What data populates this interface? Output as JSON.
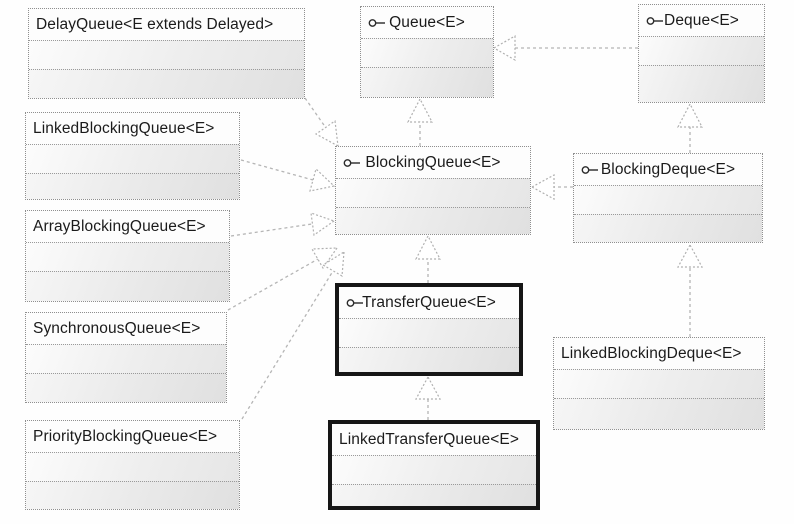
{
  "diagram": {
    "kind": "uml-class-diagram",
    "subject": "java.util Queue / BlockingQueue interface hierarchy",
    "nodes": {
      "delay_queue": {
        "label": "DelayQueue<E extends Delayed>",
        "kind": "class",
        "emphasized": false
      },
      "queue": {
        "label": "Queue<E>",
        "kind": "interface",
        "emphasized": false
      },
      "deque": {
        "label": "Deque<E>",
        "kind": "interface",
        "emphasized": false
      },
      "linked_blocking_queue": {
        "label": "LinkedBlockingQueue<E>",
        "kind": "class",
        "emphasized": false
      },
      "blocking_queue": {
        "label": "BlockingQueue<E>",
        "kind": "interface",
        "emphasized": false
      },
      "blocking_deque": {
        "label": "BlockingDeque<E>",
        "kind": "interface",
        "emphasized": false
      },
      "array_blocking_queue": {
        "label": "ArrayBlockingQueue<E>",
        "kind": "class",
        "emphasized": false
      },
      "transfer_queue": {
        "label": "TransferQueue<E>",
        "kind": "interface",
        "emphasized": true
      },
      "synchronous_queue": {
        "label": "SynchronousQueue<E>",
        "kind": "class",
        "emphasized": false
      },
      "linked_blocking_deque": {
        "label": "LinkedBlockingDeque<E>",
        "kind": "class",
        "emphasized": false
      },
      "priority_blocking_queue": {
        "label": "PriorityBlockingQueue<E>",
        "kind": "class",
        "emphasized": false
      },
      "linked_transfer_queue": {
        "label": "LinkedTransferQueue<E>",
        "kind": "class",
        "emphasized": true
      }
    },
    "relations": [
      {
        "from": "BlockingQueue<E>",
        "to": "Queue<E>",
        "type": "extends"
      },
      {
        "from": "Deque<E>",
        "to": "Queue<E>",
        "type": "extends"
      },
      {
        "from": "BlockingDeque<E>",
        "to": "Deque<E>",
        "type": "extends"
      },
      {
        "from": "BlockingDeque<E>",
        "to": "BlockingQueue<E>",
        "type": "extends"
      },
      {
        "from": "TransferQueue<E>",
        "to": "BlockingQueue<E>",
        "type": "extends"
      },
      {
        "from": "DelayQueue<E extends Delayed>",
        "to": "BlockingQueue<E>",
        "type": "implements"
      },
      {
        "from": "LinkedBlockingQueue<E>",
        "to": "BlockingQueue<E>",
        "type": "implements"
      },
      {
        "from": "ArrayBlockingQueue<E>",
        "to": "BlockingQueue<E>",
        "type": "implements"
      },
      {
        "from": "SynchronousQueue<E>",
        "to": "BlockingQueue<E>",
        "type": "implements"
      },
      {
        "from": "PriorityBlockingQueue<E>",
        "to": "BlockingQueue<E>",
        "type": "implements"
      },
      {
        "from": "LinkedTransferQueue<E>",
        "to": "TransferQueue<E>",
        "type": "implements"
      },
      {
        "from": "LinkedBlockingDeque<E>",
        "to": "BlockingDeque<E>",
        "type": "implements"
      }
    ],
    "colors": {
      "box_border": "#8f8f8f",
      "emphasis_border": "#161616",
      "connector": "#b5b5b5",
      "text": "#1b1b1b",
      "fill_light": "#fbfbfb",
      "fill_shaded": "#e0e0e0"
    }
  }
}
